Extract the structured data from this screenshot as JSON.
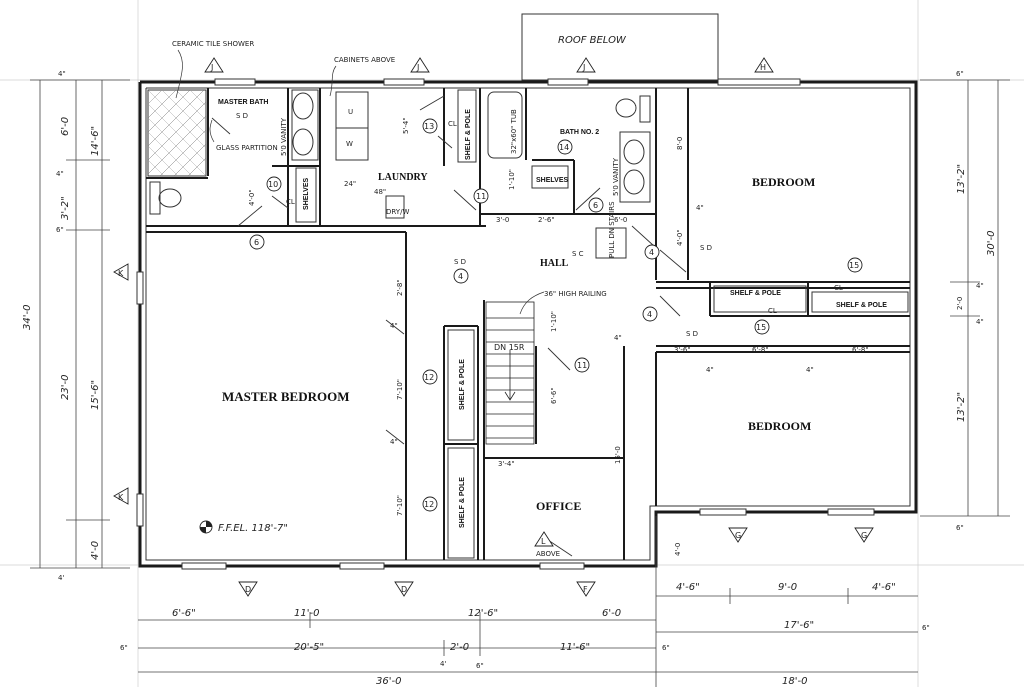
{
  "rooms": {
    "master_bedroom": "MASTER BEDROOM",
    "master_bath": "MASTER BATH",
    "laundry": "LAUNDRY",
    "bath2": "BATH NO. 2",
    "bedroom_top": "BEDROOM",
    "bedroom_bottom": "BEDROOM",
    "hall": "HALL",
    "office": "OFFICE",
    "shelves_upper": "SHELVES",
    "shelves_small": "SHELVES"
  },
  "closets": {
    "shelf_pole_a": "SHELF & POLE",
    "shelf_pole_b": "SHELF & POLE",
    "shelf_pole_c": "SHELF & POLE",
    "shelf_pole_d": "SHELF & POLE",
    "shelf_pole_e": "SHELF & POLE",
    "cl_a": "CL",
    "cl_b": "CL",
    "cl_c": "CL",
    "cl_d": "CL"
  },
  "notes": {
    "ceramic": "CERAMIC TILE SHOWER",
    "glass": "GLASS PARTITION",
    "cabinets": "CABINETS ABOVE",
    "roof": "ROOF BELOW",
    "vanity_a": "5'0 VANITY",
    "vanity_b": "5'0 VANITY",
    "tub": "32\"x60\" TUB",
    "pull_down": "PULL DN STAIRS",
    "railing": "36\" HIGH RAILING",
    "stairs": "DN 15R",
    "ffel": "F.F.EL. 118'-7\"",
    "w48": "48\"",
    "w24": "24\"",
    "dryer": "DRY/W",
    "smoke_a": "S D",
    "smoke_b": "S D",
    "smoke_c": "S D",
    "smoke_d": "S D",
    "smoke_e": "S C"
  },
  "dims": {
    "left_overall": "34'-0",
    "left_a": "14'-6\"",
    "left_b": "15'-6\"",
    "left_c": "23'-0",
    "left_d": "6'-0",
    "left_e": "3'-2\"",
    "left_f": "4'-0",
    "left_g": "4\"",
    "left_h": "6\"",
    "left_i": "4\"",
    "left_j": "4'",
    "right_overall": "30'-0",
    "right_a": "13'-2\"",
    "right_b": "13'-2\"",
    "right_c": "2'-0",
    "right_d": "6\"",
    "right_e": "6\"",
    "right_f": "4\"",
    "right_g": "4\"",
    "bot_a": "6'-6\"",
    "bot_b": "11'-0",
    "bot_c": "12'-6\"",
    "bot_d": "6'-0",
    "bot_e": "20'-5\"",
    "bot_f": "2'-0",
    "bot_g": "11'-6\"",
    "bot_h": "17'-6\"",
    "bot_i": "36'-0",
    "bot_j": "18'-0",
    "bot_k": "4'-6\"",
    "bot_l": "9'-0",
    "bot_m": "4'-6\"",
    "bot_n": "6\"",
    "bot_o": "6\"",
    "bot_p": "6\"",
    "bot_q": "4'",
    "bot_r": "6\"",
    "int_a": "5'-4\"",
    "int_b": "8'-0",
    "int_c": "3'-0",
    "int_d": "2'-6\"",
    "int_e": "6'-0",
    "int_f": "4'-0\"",
    "int_g": "3'-6\"",
    "int_h": "6'-8\"",
    "int_i": "6'-8\"",
    "int_j": "4'-0\"",
    "int_k": "2'-8\"",
    "int_l": "7'-10\"",
    "int_m": "7'-10\"",
    "int_n": "6'-6\"",
    "int_o": "3'-4\"",
    "int_p": "15'-0",
    "int_q": "1'-10\"",
    "int_r": "1'-10\"",
    "int_s": "4'-0",
    "int_t": "4\"",
    "int_u": "4\"",
    "int_v": "4\"",
    "int_w": "4\"",
    "int_x": "4\"",
    "int_y": "4\""
  },
  "tags": {
    "t6a": "6",
    "t6b": "6",
    "t10": "10",
    "t11a": "11",
    "t11b": "11",
    "t12a": "12",
    "t12b": "12",
    "t13": "13",
    "t14": "14",
    "t4a": "4",
    "t4b": "4",
    "t4c": "4",
    "t15a": "15",
    "t15b": "15"
  },
  "elevations": {
    "e1": "J",
    "e2": "J",
    "e3": "J",
    "e4": "H",
    "e5": "K",
    "e6": "K",
    "e7": "D",
    "e8": "D",
    "e9": "F",
    "e10": "G",
    "e11": "G",
    "e12": "L"
  },
  "elev_note": "ABOVE"
}
